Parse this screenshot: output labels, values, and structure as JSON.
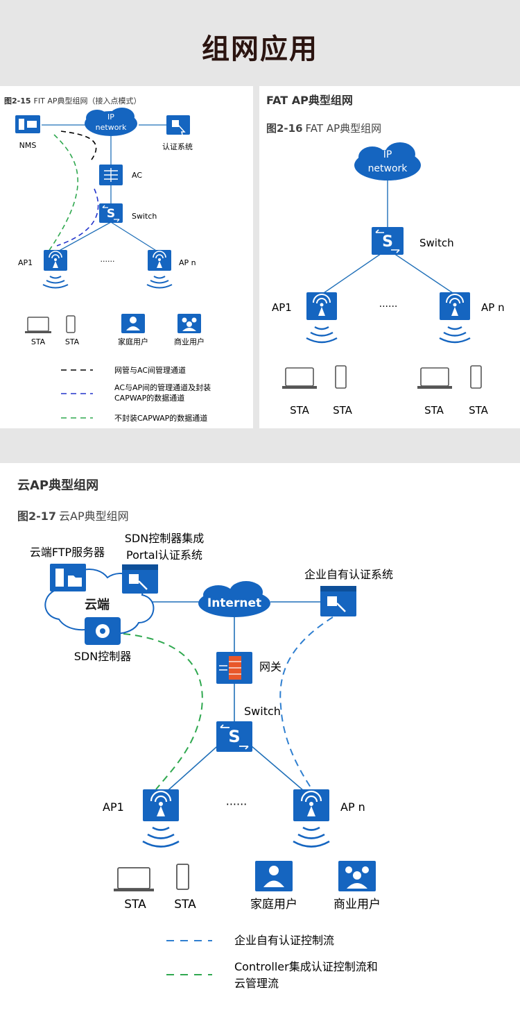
{
  "page": {
    "title": "组网应用"
  },
  "fit": {
    "caption_num": "图2-15",
    "caption_text": "FIT AP典型组网（接入点模式）",
    "cloud_line1": "IP",
    "cloud_line2": "network",
    "nms": "NMS",
    "auth": "认证系统",
    "ac": "AC",
    "switch": "Switch",
    "ap1": "AP1",
    "apn": "AP n",
    "dots": "······",
    "sta1": "STA",
    "sta2": "STA",
    "home": "家庭用户",
    "biz": "商业用户",
    "legend": [
      {
        "text": "网管与AC间管理通道",
        "color": "#000000"
      },
      {
        "text": "AC与AP间的管理通道及封装",
        "text2": "CAPWAP的数据通道",
        "color": "#2233cc"
      },
      {
        "text": "不封装CAPWAP的数据通道",
        "color": "#2fa84f"
      }
    ]
  },
  "fat": {
    "heading": "FAT AP典型组网",
    "caption_num": "图2-16",
    "caption_text": "FAT AP典型组网",
    "cloud_line1": "IP",
    "cloud_line2": "network",
    "switch": "Switch",
    "ap1": "AP1",
    "apn": "AP n",
    "dots": "······",
    "sta": [
      "STA",
      "STA",
      "STA",
      "STA"
    ]
  },
  "cloud": {
    "heading": "云AP典型组网",
    "caption_num": "图2-17",
    "caption_text": "云AP典型组网",
    "ftp": "云端FTP服务器",
    "sdn_portal_1": "SDN控制器集成",
    "sdn_portal_2": "Portal认证系统",
    "cloud_label": "云端",
    "sdn_ctrl": "SDN控制器",
    "internet": "Internet",
    "ent_auth": "企业自有认证系统",
    "gateway": "网关",
    "switch": "Switch",
    "ap1": "AP1",
    "apn": "AP n",
    "dots": "······",
    "sta1": "STA",
    "sta2": "STA",
    "home": "家庭用户",
    "biz": "商业用户",
    "legend": [
      {
        "text": "企业自有认证控制流",
        "color": "#2f7fd0"
      },
      {
        "text": "Controller集成认证控制流和",
        "text2": "云管理流",
        "color": "#2fa84f"
      }
    ]
  },
  "colors": {
    "device_blue": "#1565c0",
    "line_blue": "#1f6fb8",
    "band_gray": "#e6e6e6"
  }
}
